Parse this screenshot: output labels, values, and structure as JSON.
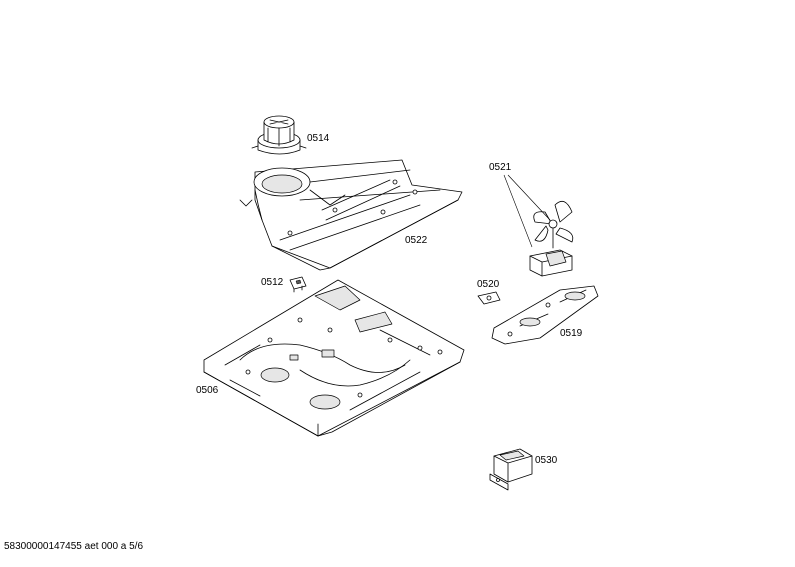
{
  "parts": {
    "p0514": "0514",
    "p0521": "0521",
    "p0522": "0522",
    "p0512": "0512",
    "p0520": "0520",
    "p0519": "0519",
    "p0506": "0506",
    "p0530": "0530"
  },
  "footer": "58300000147455 aet 000 a 5/6"
}
